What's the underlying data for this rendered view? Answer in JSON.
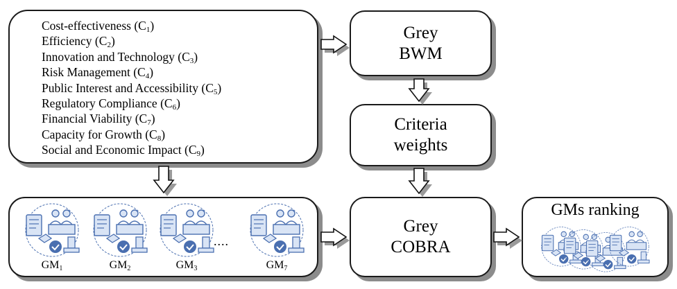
{
  "criteria": [
    {
      "name": "Cost-effectiveness (C",
      "sub": "1",
      "close": ")"
    },
    {
      "name": "Efficiency (C",
      "sub": "2",
      "close": ")"
    },
    {
      "name": "Innovation and Technology (C",
      "sub": "3",
      "close": ")"
    },
    {
      "name": "Risk Management (C",
      "sub": "4",
      "close": ")"
    },
    {
      "name": "Public Interest and Accessibility (C",
      "sub": "5",
      "close": ")"
    },
    {
      "name": "Regulatory Compliance (C",
      "sub": "6",
      "close": ")"
    },
    {
      "name": "Financial Viability (C",
      "sub": "7",
      "close": ")"
    },
    {
      "name": "Capacity for Growth (C",
      "sub": "8",
      "close": ")"
    },
    {
      "name": "Social and Economic Impact (C",
      "sub": "9",
      "close": ")"
    }
  ],
  "bwm": {
    "line1": "Grey",
    "line2": "BWM"
  },
  "weights": {
    "line1": "Criteria",
    "line2": "weights"
  },
  "cobra": {
    "line1": "Grey",
    "line2": "COBRA"
  },
  "ranking": {
    "title": "GMs ranking"
  },
  "models": [
    {
      "prefix": "GM",
      "sub": "1"
    },
    {
      "prefix": "GM",
      "sub": "2"
    },
    {
      "prefix": "GM",
      "sub": "3"
    },
    {
      "prefix": "GM",
      "sub": "7"
    }
  ],
  "ellipsis": "....",
  "colors": {
    "icon_stroke": "#4a6fb0",
    "icon_fill": "#d9e4f5",
    "shadow": "#8c8c8c",
    "border": "#1a1a1a"
  },
  "icon": "governance-model-icon"
}
